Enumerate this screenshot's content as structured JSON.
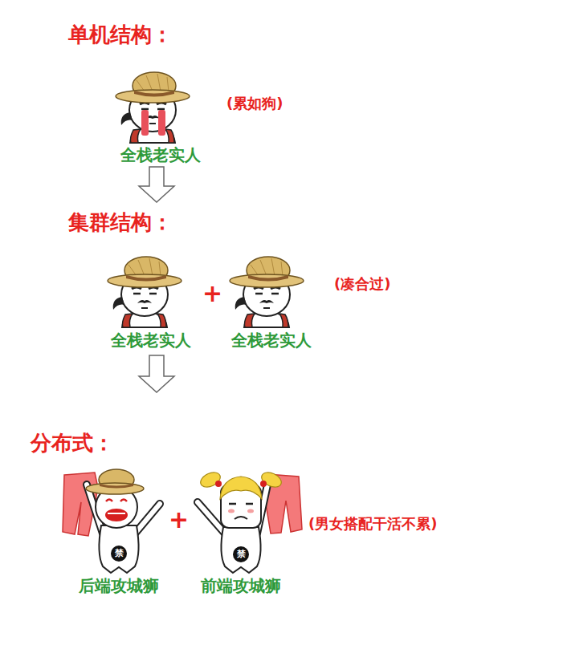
{
  "diagram": {
    "nodes": [
      {
        "text": [
          "单机结构："
        ]
      },
      {
        "text": [
          "全栈老实人"
        ],
        "in": 0
      },
      {
        "text": [
          "集群结构："
        ]
      },
      {
        "text": [
          "全栈老实人"
        ],
        "in": 2
      },
      {
        "text": [
          "全栈老实人"
        ],
        "in": 2
      },
      {
        "text": [
          "分布式："
        ]
      },
      {
        "text": [
          "后端攻城狮"
        ],
        "in": 5
      },
      {
        "text": [
          "前端攻城狮"
        ],
        "in": 5
      }
    ],
    "edges": [
      {
        "from": 0,
        "to": 2,
        "arrow": "to"
      },
      {
        "from": 2,
        "to": 5,
        "arrow": "to"
      }
    ],
    "labels": [
      "(累如狗)",
      "+",
      "(凑合过)",
      "+",
      "(男女搭配干活不累)",
      "禁",
      "禁"
    ]
  }
}
